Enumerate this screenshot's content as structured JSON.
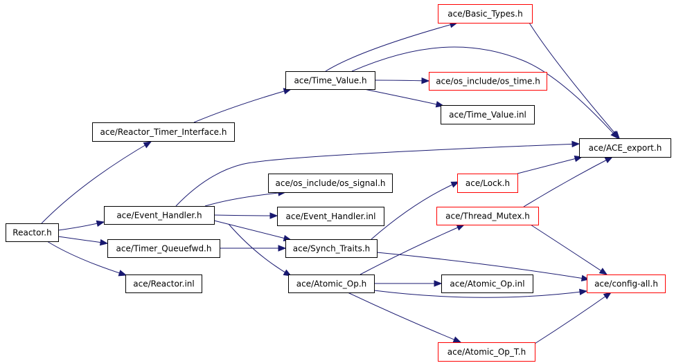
{
  "diagram": {
    "colors": {
      "edge": "#191970",
      "border_default": "#000000",
      "border_incomplete": "#ff0000",
      "root_fill": "#bfbfbf"
    },
    "nodes": [
      {
        "id": "reactor_h",
        "label": "Reactor.h",
        "style": "root"
      },
      {
        "id": "reactor_timer_interface",
        "label": "ace/Reactor_Timer_Interface.h",
        "style": "default"
      },
      {
        "id": "event_handler_h",
        "label": "ace/Event_Handler.h",
        "style": "default"
      },
      {
        "id": "timer_queuefwd",
        "label": "ace/Timer_Queuefwd.h",
        "style": "default"
      },
      {
        "id": "reactor_inl",
        "label": "ace/Reactor.inl",
        "style": "default"
      },
      {
        "id": "time_value_h",
        "label": "ace/Time_Value.h",
        "style": "default"
      },
      {
        "id": "os_signal",
        "label": "ace/os_include/os_signal.h",
        "style": "default"
      },
      {
        "id": "event_handler_inl",
        "label": "ace/Event_Handler.inl",
        "style": "default"
      },
      {
        "id": "synch_traits",
        "label": "ace/Synch_Traits.h",
        "style": "default"
      },
      {
        "id": "atomic_op_h",
        "label": "ace/Atomic_Op.h",
        "style": "default"
      },
      {
        "id": "basic_types",
        "label": "ace/Basic_Types.h",
        "style": "incomplete"
      },
      {
        "id": "os_time",
        "label": "ace/os_include/os_time.h",
        "style": "incomplete"
      },
      {
        "id": "time_value_inl",
        "label": "ace/Time_Value.inl",
        "style": "default"
      },
      {
        "id": "lock_h",
        "label": "ace/Lock.h",
        "style": "incomplete"
      },
      {
        "id": "thread_mutex",
        "label": "ace/Thread_Mutex.h",
        "style": "incomplete"
      },
      {
        "id": "atomic_op_inl",
        "label": "ace/Atomic_Op.inl",
        "style": "default"
      },
      {
        "id": "atomic_op_t",
        "label": "ace/Atomic_Op_T.h",
        "style": "incomplete"
      },
      {
        "id": "ace_export",
        "label": "ace/ACE_export.h",
        "style": "default"
      },
      {
        "id": "config_all",
        "label": "ace/config-all.h",
        "style": "incomplete"
      }
    ],
    "edges": [
      {
        "from": "reactor_h",
        "to": "reactor_timer_interface"
      },
      {
        "from": "reactor_h",
        "to": "event_handler_h"
      },
      {
        "from": "reactor_h",
        "to": "timer_queuefwd"
      },
      {
        "from": "reactor_h",
        "to": "reactor_inl"
      },
      {
        "from": "reactor_timer_interface",
        "to": "time_value_h"
      },
      {
        "from": "time_value_h",
        "to": "basic_types"
      },
      {
        "from": "time_value_h",
        "to": "ace_export"
      },
      {
        "from": "time_value_h",
        "to": "os_time"
      },
      {
        "from": "time_value_h",
        "to": "time_value_inl"
      },
      {
        "from": "basic_types",
        "to": "ace_export"
      },
      {
        "from": "event_handler_h",
        "to": "ace_export"
      },
      {
        "from": "event_handler_h",
        "to": "os_signal"
      },
      {
        "from": "event_handler_h",
        "to": "event_handler_inl"
      },
      {
        "from": "event_handler_h",
        "to": "synch_traits"
      },
      {
        "from": "event_handler_h",
        "to": "atomic_op_h"
      },
      {
        "from": "timer_queuefwd",
        "to": "synch_traits"
      },
      {
        "from": "synch_traits",
        "to": "lock_h"
      },
      {
        "from": "synch_traits",
        "to": "config_all"
      },
      {
        "from": "lock_h",
        "to": "ace_export"
      },
      {
        "from": "thread_mutex",
        "to": "ace_export"
      },
      {
        "from": "thread_mutex",
        "to": "config_all"
      },
      {
        "from": "atomic_op_h",
        "to": "thread_mutex"
      },
      {
        "from": "atomic_op_h",
        "to": "atomic_op_inl"
      },
      {
        "from": "atomic_op_h",
        "to": "config_all"
      },
      {
        "from": "atomic_op_h",
        "to": "atomic_op_t"
      },
      {
        "from": "atomic_op_t",
        "to": "config_all"
      }
    ]
  }
}
